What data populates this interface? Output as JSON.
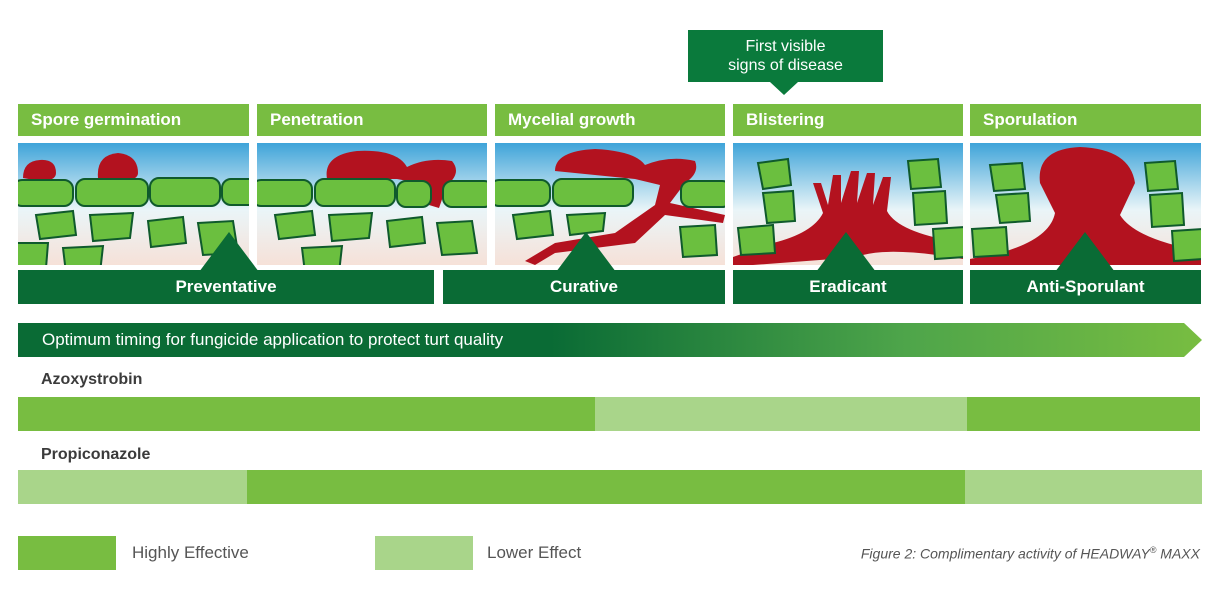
{
  "callout": {
    "line1": "First visible",
    "line2": "signs of disease"
  },
  "stages": [
    "Spore germination",
    "Penetration",
    "Mycelial growth",
    "Blistering",
    "Sporulation"
  ],
  "actions": [
    "Preventative",
    "Curative",
    "Eradicant",
    "Anti-Sporulant"
  ],
  "timing_label": "Optimum timing for fungicide application to protect turt quality",
  "products": [
    {
      "name": "Azoxystrobin",
      "segments": [
        {
          "effect": "Highly Effective"
        },
        {
          "effect": "Lower Effect"
        },
        {
          "effect": "Highly Effective"
        }
      ]
    },
    {
      "name": "Propiconazole",
      "segments": [
        {
          "effect": "Lower Effect"
        },
        {
          "effect": "Highly Effective"
        },
        {
          "effect": "Lower Effect"
        }
      ]
    }
  ],
  "legend": [
    {
      "label": "Highly Effective",
      "color": "#78bd41"
    },
    {
      "label": "Lower Effect",
      "color": "#a9d58a"
    }
  ],
  "caption": {
    "text": "Figure 2: Complimentary activity of HEADWAY",
    "reg": "®",
    "suffix": " MAXX"
  },
  "colors": {
    "dark_green": "#0a6b35",
    "bright_green": "#78bd41",
    "light_green": "#a9d58a",
    "fungus_red": "#b3121f",
    "cell_green": "#6bbf3f"
  }
}
